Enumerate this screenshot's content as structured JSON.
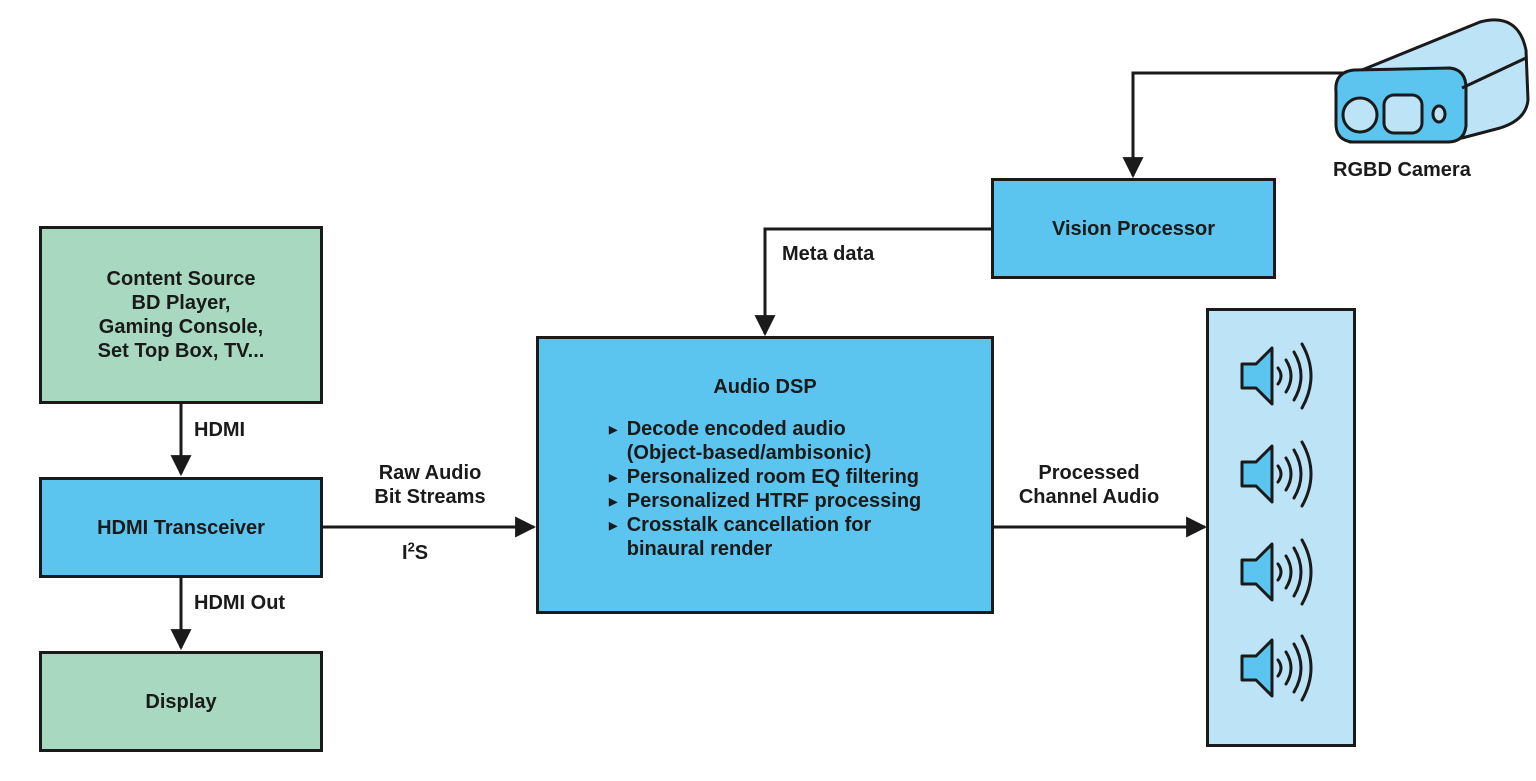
{
  "content_source": {
    "lines": [
      "Content Source",
      "BD Player,",
      "Gaming Console,",
      "Set Top Box, TV..."
    ]
  },
  "hdmi_transceiver": {
    "label": "HDMI Transceiver"
  },
  "display": {
    "label": "Display"
  },
  "audio_dsp": {
    "title": "Audio DSP",
    "items": [
      "Decode encoded audio",
      "(Object-based/ambisonic)",
      "Personalized room EQ filtering",
      "Personalized HTRF processing",
      "Crosstalk cancellation for",
      "binaural render"
    ]
  },
  "vision_processor": {
    "label": "Vision Processor"
  },
  "camera": {
    "label": "RGBD Camera",
    "icon": "camera-icon"
  },
  "speakers": {
    "count": 4,
    "icon": "speaker-icon"
  },
  "links": {
    "hdmi": "HDMI",
    "hdmi_out": "HDMI Out",
    "raw_audio": [
      "Raw Audio",
      "Bit Streams"
    ],
    "i2s_base": "I",
    "i2s_sup": "2",
    "i2s_tail": "S",
    "meta_data": "Meta data",
    "processed": [
      "Processed",
      "Channel Audio"
    ]
  },
  "colors": {
    "green": "#a8d9c0",
    "blue": "#5bc4ef",
    "light_blue": "#bde3f6",
    "line": "#1a1a1a"
  }
}
